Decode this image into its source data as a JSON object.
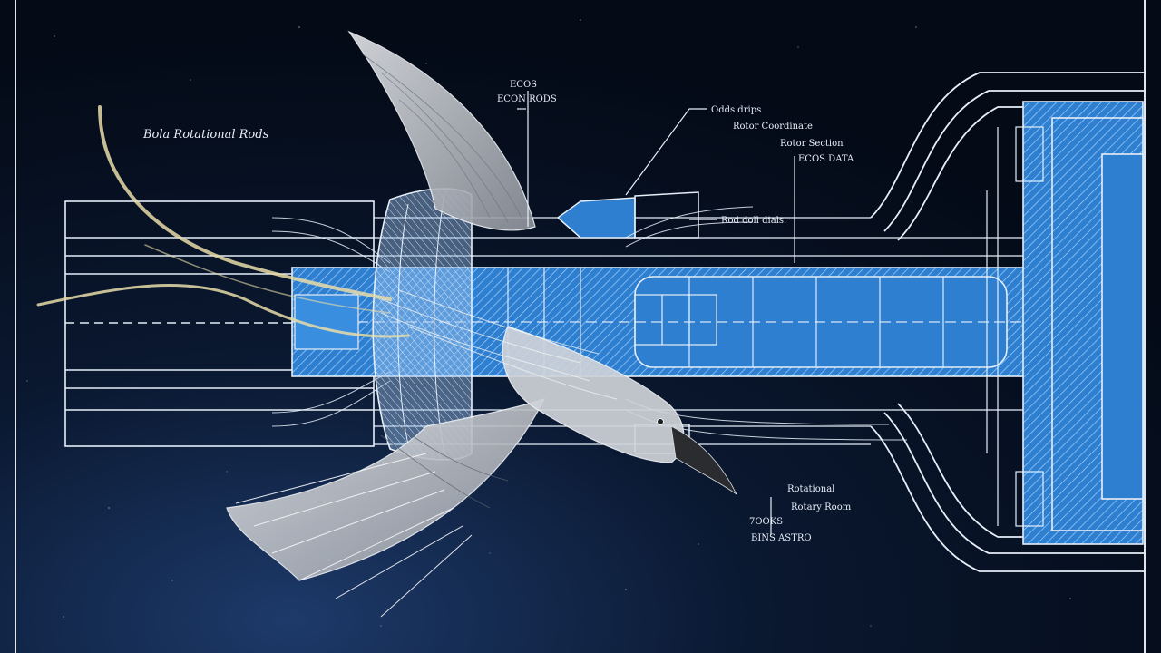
{
  "labels": {
    "title": "Bola Rotational Rods",
    "top_1": "ECOS",
    "top_2": "ECON RODS",
    "right_1": "Odds drips",
    "right_2": "Rotor Coordinate",
    "right_3": "Rotor Section",
    "right_4": "ECOS DATA",
    "mid_1": "Rod doll dials.",
    "bottom_1": "Rotational",
    "bottom_2": "Rotary Room",
    "bottom_3": "7OOKS",
    "bottom_4": "BINS ASTRO"
  },
  "colors": {
    "background": "#050d1c",
    "line": "#e6eef8",
    "core_blue": "#2f7fd0",
    "hatch_blue": "#4b9ae6",
    "wing_grey": "#c9ccd2",
    "tendril_gold": "#e8dca8"
  },
  "icons": {
    "figure": "bird-wing-illustration",
    "object": "turbine-cylinder"
  }
}
